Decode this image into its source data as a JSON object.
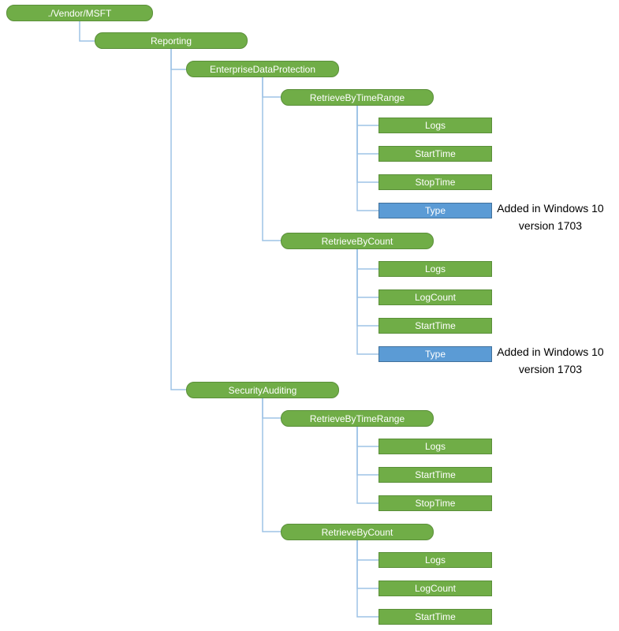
{
  "diagram": {
    "type": "tree-diagram",
    "subject": "Reporting CSP node tree",
    "colors": {
      "node_green_fill": "#70AD47",
      "node_green_border": "#5a8f39",
      "node_blue_fill": "#5B9BD5",
      "node_blue_border": "#41719C",
      "connector": "#9DC3E6",
      "node_text": "#FFFFFF",
      "annotation_text": "#000000"
    },
    "nodes": {
      "root": {
        "label": "./Vendor/MSFT"
      },
      "reporting": {
        "label": "Reporting"
      },
      "edp": {
        "label": "EnterpriseDataProtection"
      },
      "edp_rbtr": {
        "label": "RetrieveByTimeRange"
      },
      "edp_rbtr_logs": {
        "label": "Logs"
      },
      "edp_rbtr_starttime": {
        "label": "StartTime"
      },
      "edp_rbtr_stoptime": {
        "label": "StopTime"
      },
      "edp_rbtr_type": {
        "label": "Type"
      },
      "edp_rbc": {
        "label": "RetrieveByCount"
      },
      "edp_rbc_logs": {
        "label": "Logs"
      },
      "edp_rbc_logcount": {
        "label": "LogCount"
      },
      "edp_rbc_starttime": {
        "label": "StartTime"
      },
      "edp_rbc_type": {
        "label": "Type"
      },
      "sa": {
        "label": "SecurityAuditing"
      },
      "sa_rbtr": {
        "label": "RetrieveByTimeRange"
      },
      "sa_rbtr_logs": {
        "label": "Logs"
      },
      "sa_rbtr_starttime": {
        "label": "StartTime"
      },
      "sa_rbtr_stoptime": {
        "label": "StopTime"
      },
      "sa_rbc": {
        "label": "RetrieveByCount"
      },
      "sa_rbc_logs": {
        "label": "Logs"
      },
      "sa_rbc_logcount": {
        "label": "LogCount"
      },
      "sa_rbc_starttime": {
        "label": "StartTime"
      }
    },
    "annotations": [
      {
        "text": "Added in Windows 10 version 1703"
      },
      {
        "text": "Added in Windows 10 version 1703"
      }
    ]
  }
}
